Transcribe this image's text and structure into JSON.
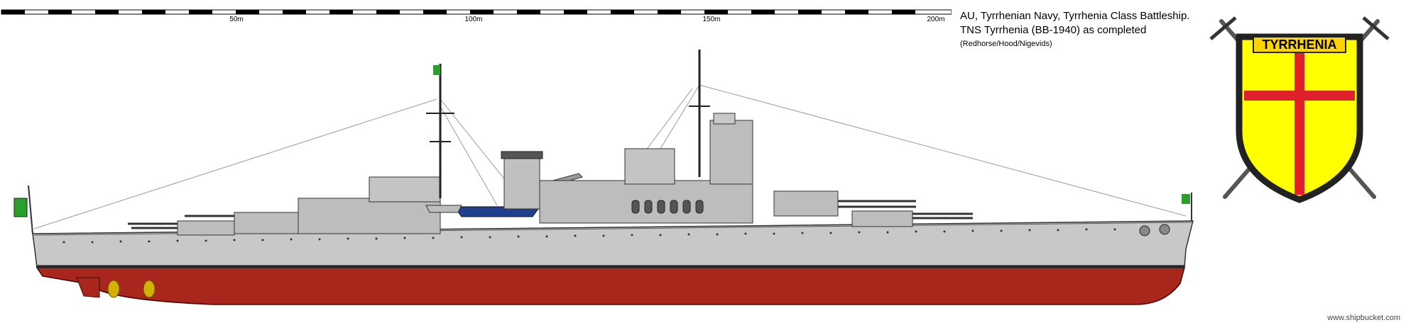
{
  "scale": {
    "labels": [
      "50m",
      "100m",
      "150m",
      "200m"
    ]
  },
  "caption": {
    "line1": "AU, Tyrrhenian Navy, Tyrrhenia Class Battleship.",
    "line2": "TNS Tyrrhenia (BB-1940) as completed",
    "line3": "(Redhorse/Hood/Nigevids)"
  },
  "emblem": {
    "banner_text": "TYRRHENIA",
    "shield_color": "#ffff00",
    "cross_color": "#e0202a",
    "banner_color": "#ffd400"
  },
  "colors": {
    "hull_red": "#a8261c",
    "hull_grey": "#c8c8c8",
    "superstructure_grey": "#bdbdbd",
    "boat_blue": "#1f3f8f",
    "flag_green": "#2aa02a"
  },
  "watermark": "www.shipbucket.com"
}
